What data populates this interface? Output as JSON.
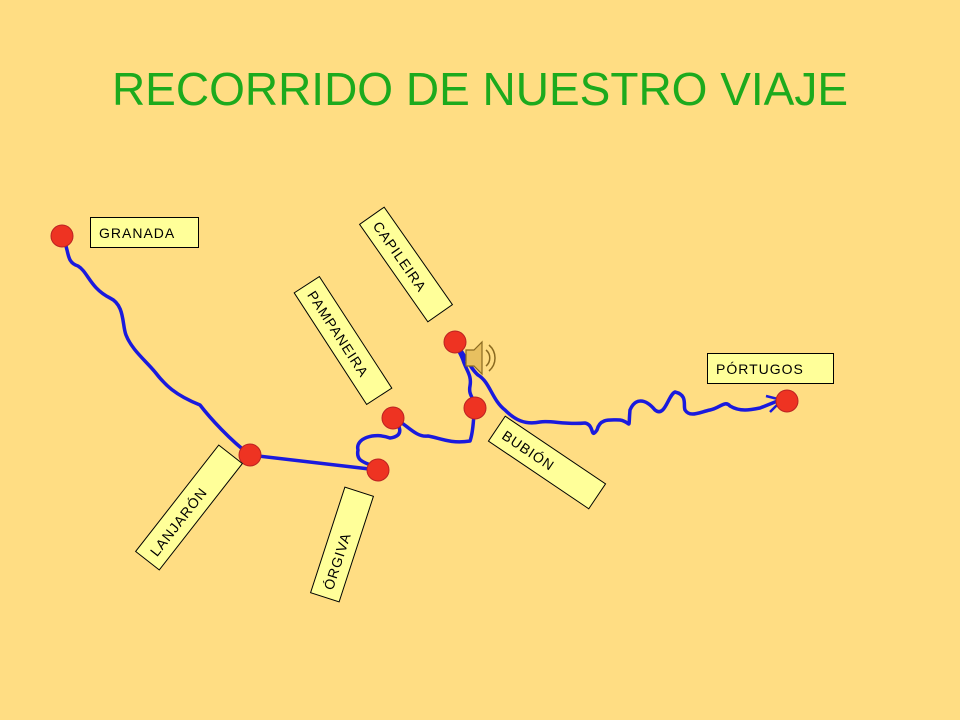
{
  "title": "RECORRIDO DE NUESTRO VIAJE",
  "colors": {
    "background": "#FFDD83",
    "title": "#1DAA1D",
    "route": "#1A1ADD",
    "town_dot": "#EE3322",
    "label_fill": "#FFFF99"
  },
  "towns": [
    {
      "name": "GRANADA"
    },
    {
      "name": "LANJARÓN"
    },
    {
      "name": "ÓRGIVA"
    },
    {
      "name": "PAMPANEIRA"
    },
    {
      "name": "BUBIÓN"
    },
    {
      "name": "CAPILEIRA"
    },
    {
      "name": "PÓRTUGOS"
    }
  ],
  "icons": {
    "sound": "speaker-icon"
  }
}
